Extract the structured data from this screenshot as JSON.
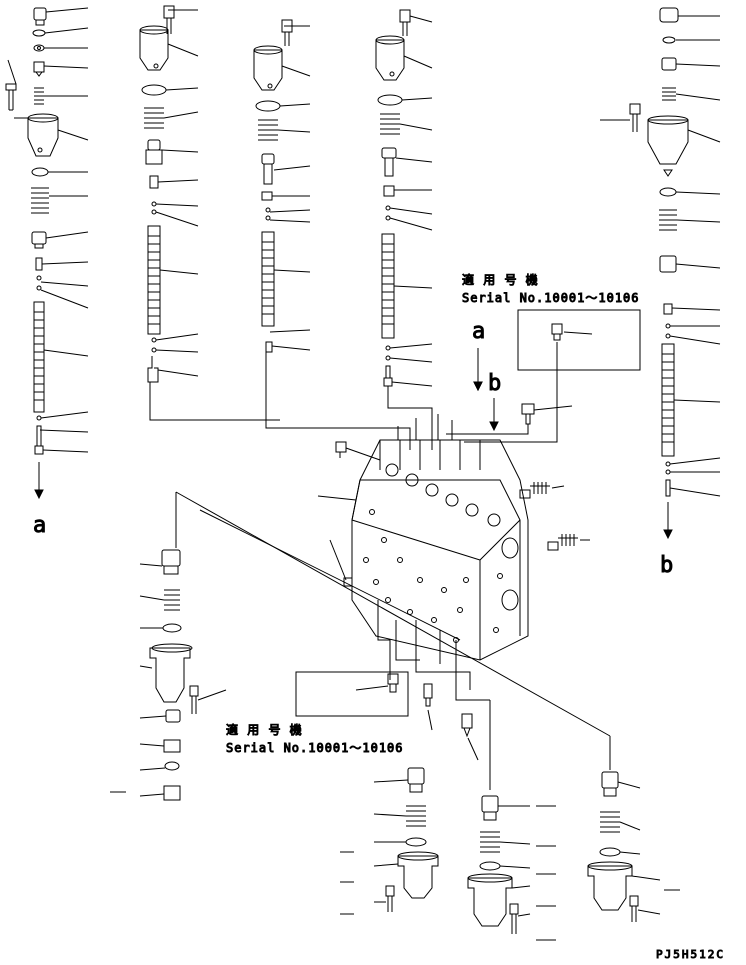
{
  "diagram": {
    "arrow_labels": {
      "a": "a",
      "b": "b"
    },
    "serial_note": {
      "heading": "適 用 号 機",
      "serial": "Serial No.10001～10106"
    },
    "drawing_code": "PJ5H512C"
  }
}
